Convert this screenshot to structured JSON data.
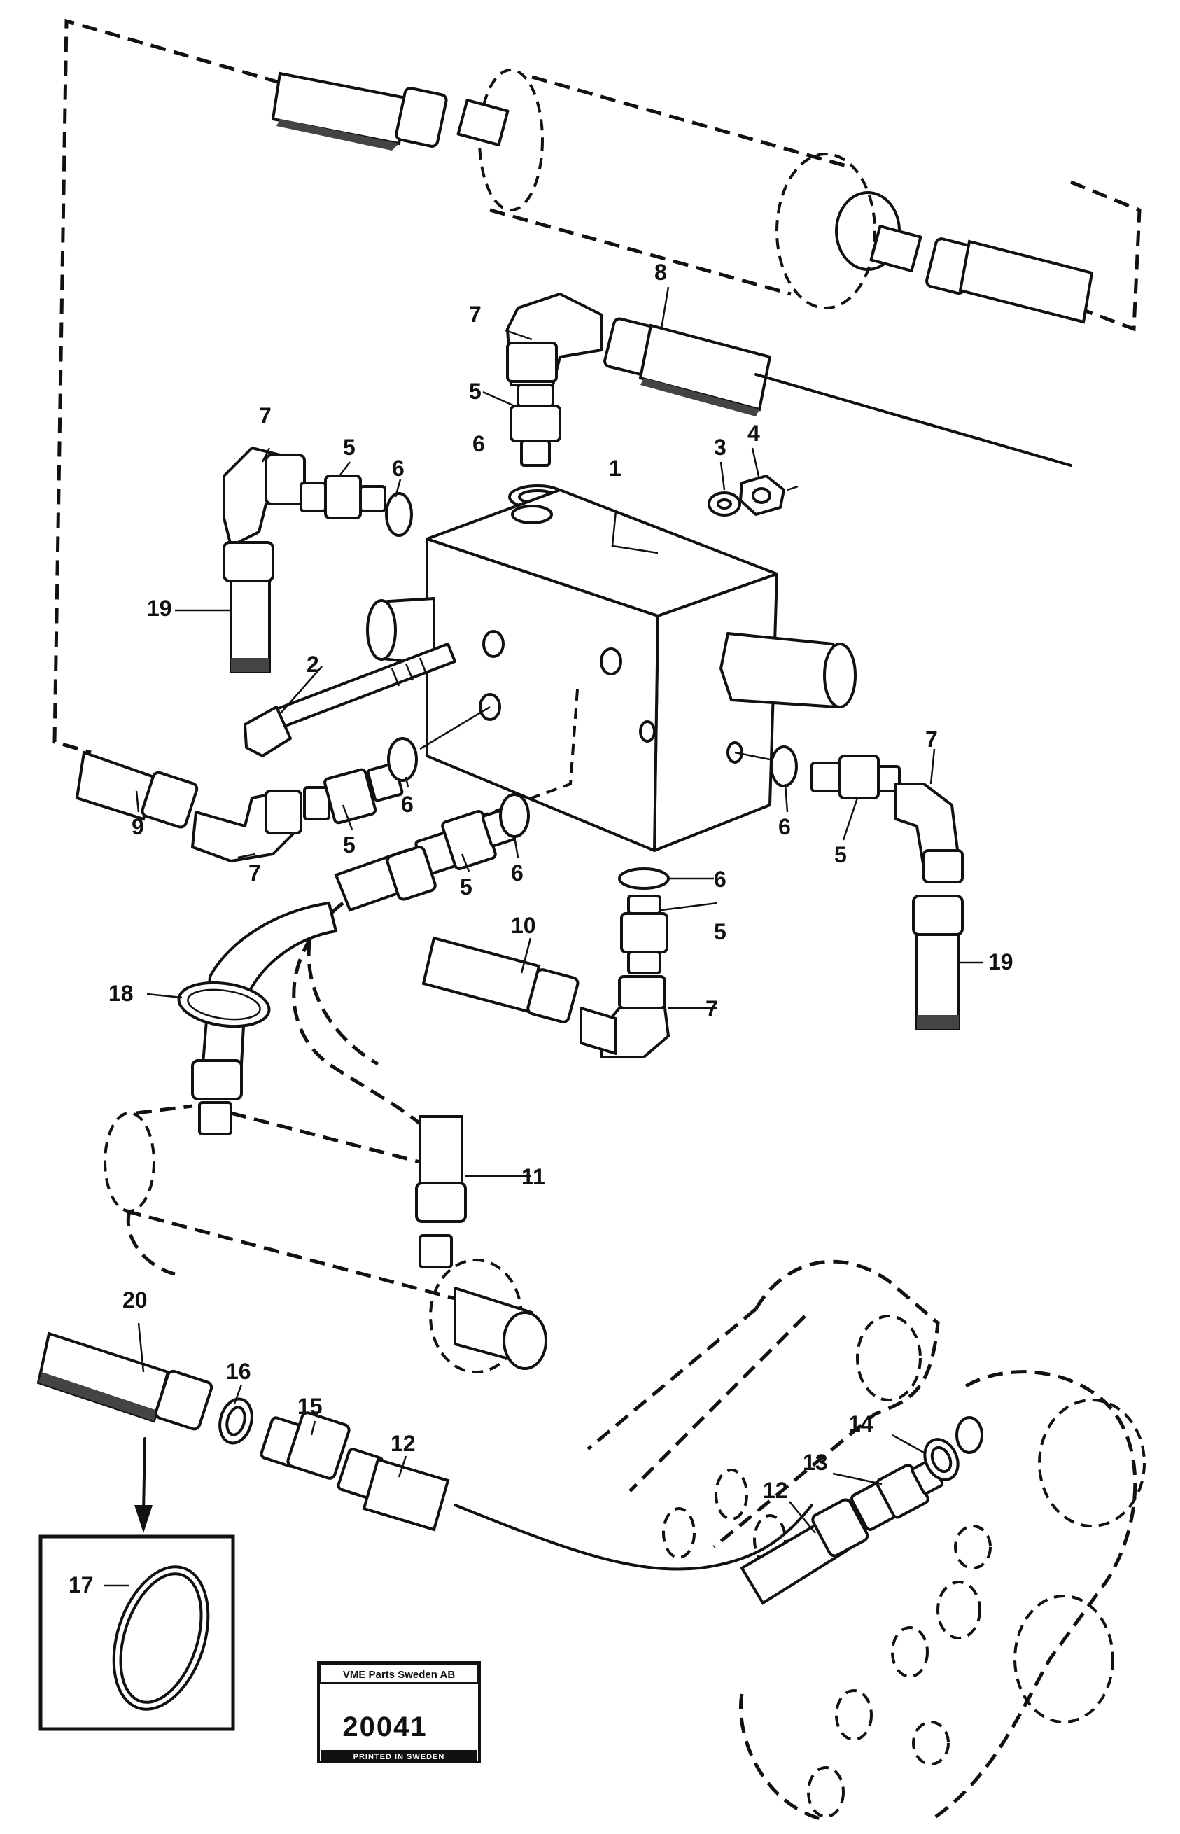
{
  "callouts": [
    {
      "id": "c1",
      "text": "1"
    },
    {
      "id": "c2",
      "text": "2"
    },
    {
      "id": "c3",
      "text": "3"
    },
    {
      "id": "c4",
      "text": "4"
    },
    {
      "id": "c5a",
      "text": "5"
    },
    {
      "id": "c5b",
      "text": "5"
    },
    {
      "id": "c5c",
      "text": "5"
    },
    {
      "id": "c5d",
      "text": "5"
    },
    {
      "id": "c5e",
      "text": "5"
    },
    {
      "id": "c5f",
      "text": "5"
    },
    {
      "id": "c6a",
      "text": "6"
    },
    {
      "id": "c6b",
      "text": "6"
    },
    {
      "id": "c6c",
      "text": "6"
    },
    {
      "id": "c6d",
      "text": "6"
    },
    {
      "id": "c6e",
      "text": "6"
    },
    {
      "id": "c6f",
      "text": "6"
    },
    {
      "id": "c7a",
      "text": "7"
    },
    {
      "id": "c7b",
      "text": "7"
    },
    {
      "id": "c7c",
      "text": "7"
    },
    {
      "id": "c7d",
      "text": "7"
    },
    {
      "id": "c7e",
      "text": "7"
    },
    {
      "id": "c8",
      "text": "8"
    },
    {
      "id": "c9",
      "text": "9"
    },
    {
      "id": "c10",
      "text": "10"
    },
    {
      "id": "c11",
      "text": "11"
    },
    {
      "id": "c12a",
      "text": "12"
    },
    {
      "id": "c12b",
      "text": "12"
    },
    {
      "id": "c13",
      "text": "13"
    },
    {
      "id": "c14",
      "text": "14"
    },
    {
      "id": "c15",
      "text": "15"
    },
    {
      "id": "c16",
      "text": "16"
    },
    {
      "id": "c17",
      "text": "17"
    },
    {
      "id": "c18",
      "text": "18"
    },
    {
      "id": "c19a",
      "text": "19"
    },
    {
      "id": "c19b",
      "text": "19"
    },
    {
      "id": "c20",
      "text": "20"
    }
  ],
  "stamp": {
    "title": "VME Parts Sweden AB",
    "number": "20041",
    "footer": "PRINTED IN SWEDEN"
  }
}
